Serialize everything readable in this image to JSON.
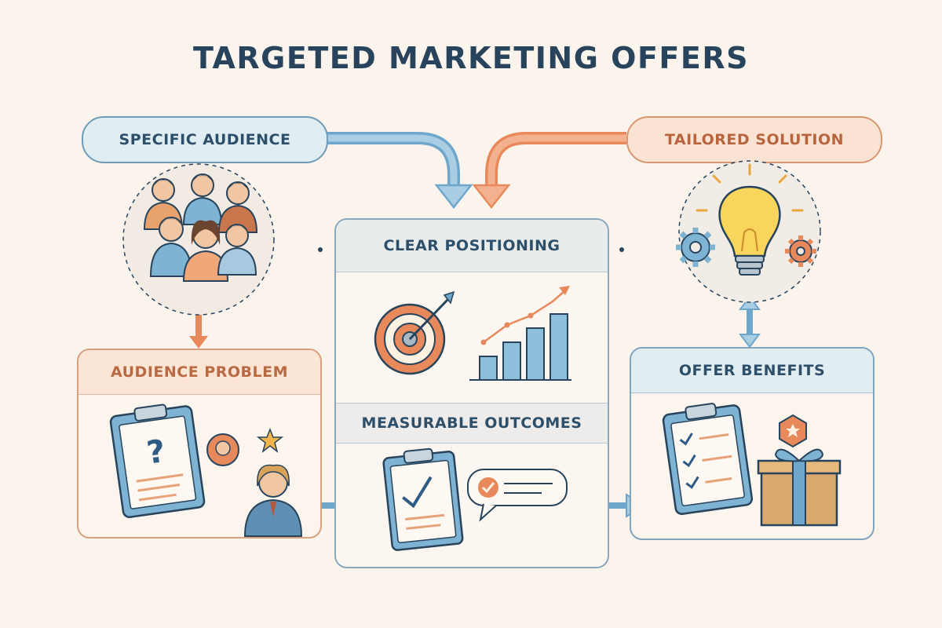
{
  "title": "TARGETED MARKETING OFFERS",
  "nodes": {
    "specific_audience": "SPECIFIC AUDIENCE",
    "tailored_solution": "TAILORED SOLUTION",
    "clear_positioning": "CLEAR POSITIONING",
    "measurable_outcomes": "MEASURABLE OUTCOMES",
    "audience_problem": "AUDIENCE PROBLEM",
    "offer_benefits": "OFFER BENEFITS"
  },
  "colors": {
    "navy": "#27445c",
    "blue_accent": "#6fa6cc",
    "orange_accent": "#e8895c",
    "background": "#fbf4ec"
  },
  "icons": [
    "people-group-icon",
    "lightbulb-icon",
    "gear-icon",
    "target-icon",
    "bar-chart-icon",
    "clipboard-question-icon",
    "stressed-person-icon",
    "clipboard-check-icon",
    "speech-bubble-check-icon",
    "gift-box-icon",
    "star-badge-icon"
  ]
}
